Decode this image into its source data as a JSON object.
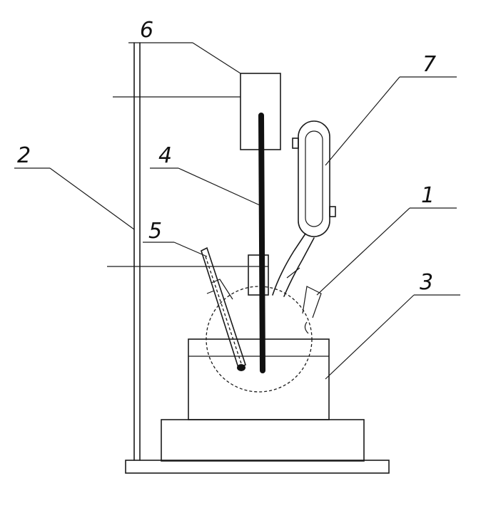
{
  "labels": {
    "flask": "1",
    "stand": "2",
    "heater": "3",
    "stirrer_rod": "4",
    "thermometer": "5",
    "motor": "6",
    "condenser": "7"
  }
}
